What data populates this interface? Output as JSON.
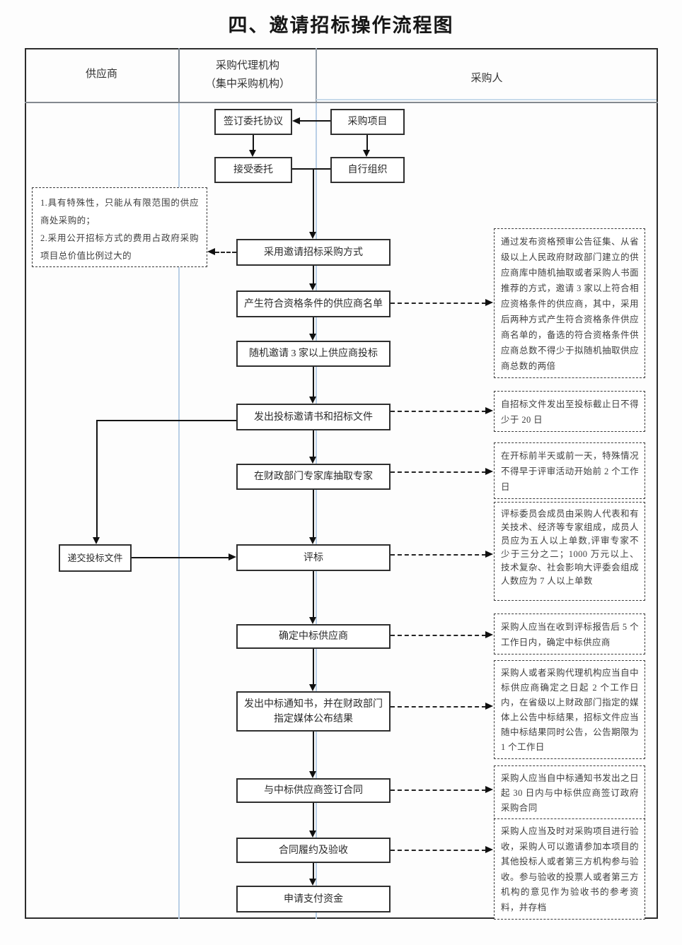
{
  "title": "四、邀请招标操作流程图",
  "lanes": {
    "supplier": "供应商",
    "agency": "采购代理机构\n（集中采购机构）",
    "purchaser": "采购人"
  },
  "nodes": {
    "sign_agreement": "签订委托协议",
    "procurement_project": "采购项目",
    "accept_entrustment": "接受委托",
    "self_organize": "自行组织",
    "adopt_method": "采用邀请招标采购方式",
    "generate_list": "产生符合资格条件的供应商名单",
    "random_invite": "随机邀请 3 家以上供应商投标",
    "issue_invitation": "发出投标邀请书和招标文件",
    "extract_experts": "在财政部门专家库抽取专家",
    "bid_evaluation": "评标",
    "submit_bid_docs": "递交投标文件",
    "determine_winner": "确定中标供应商",
    "issue_notice": "发出中标通知书，并在财政部门\n指定媒体公布结果",
    "sign_contract": "与中标供应商签订合同",
    "contract_acceptance": "合同履约及验收",
    "apply_payment": "申请支付资金"
  },
  "left_note": "1.具有特殊性，只能从有限范围的供应商处采购的；\n2.采用公开招标方式的费用占政府采购项目总价值比例过大的",
  "right_notes": [
    "通过发布资格预审公告征集、从省级以上人民政府财政部门建立的供应商库中随机抽取或者采购人书面推荐的方式，邀请 3 家以上符合相应资格条件的供应商，其中，采用后两种方式产生符合资格条件供应商名单的，备选的符合资格条件供应商总数不得少于拟随机抽取供应商总数的两倍",
    "自招标文件发出至投标截止日不得少于 20 日",
    "在开标前半天或前一天，特殊情况不得早于评审活动开始前 2 个工作日",
    "评标委员会成员由采购人代表和有关技术、经济等专家组成，成员人员应为五人以上单数,评审专家不少于三分之二；1000 万元以上、技术复杂、社会影响大评委会组成人数应为 7 人以上单数",
    "采购人应当在收到评标报告后 5 个工作日内，确定中标供应商",
    "采购人或者采购代理机构应当自中标供应商确定之日起 2 个工作日内，在省级以上财政部门指定的媒体上公告中标结果，招标文件应当随中标结果同时公告，公告期限为 1 个工作日",
    "采购人应当自中标通知书发出之日起 30 日内与中标供应商签订政府采购合同",
    "采购人应当及时对采购项目进行验收，采购人可以邀请参加本项目的其他投标人或者第三方机构参与验收。参与验收的投票人或者第三方机构的意见作为验收书的参考资料，并存档"
  ],
  "colors": {
    "lane_divider_blue": "#b9cfe6",
    "lane_divider_gray": "#8a949e",
    "line_black": "#141414"
  }
}
